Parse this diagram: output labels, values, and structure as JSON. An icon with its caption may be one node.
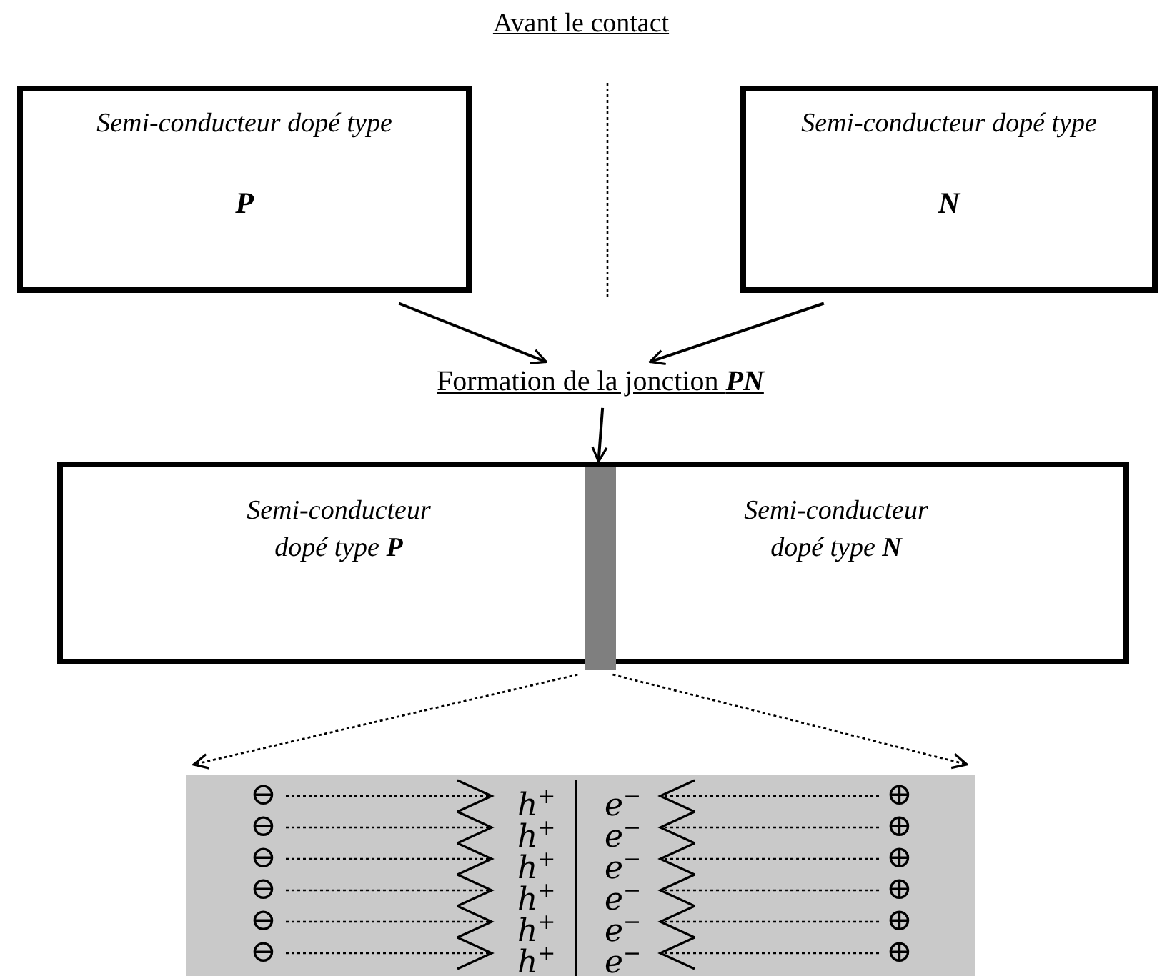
{
  "diagram": {
    "title": "Avant le contact",
    "nodes": [
      {
        "text": [
          "Semi-conducteur dopé type",
          "P"
        ]
      },
      {
        "text": [
          "Semi-conducteur dopé type",
          "N"
        ]
      },
      {
        "text": [
          "Formation de la jonction **PN**"
        ]
      },
      {
        "text": [
          "Semi-conducteur dopé type **P**",
          "Semi-conducteur dopé type **N**"
        ]
      },
      {
        "text": [],
        "shape": "bar",
        "in": 3
      },
      {
        "text": [],
        "shape": "box"
      }
    ],
    "edges": [
      {
        "from": 0,
        "to": 2,
        "arrow": "to"
      },
      {
        "from": 1,
        "to": 2,
        "arrow": "to"
      },
      {
        "from": 2,
        "to": 3,
        "arrow": "to"
      },
      {
        "from": 4,
        "to": 5,
        "arrow": "to",
        "style": "dashed"
      },
      {
        "from": 4,
        "to": 5,
        "arrow": "to",
        "style": "dashed"
      }
    ],
    "labels": [
      "⊖",
      "h$^{+}$",
      "e$^{−}$",
      "⊕",
      "⊖",
      "h$^{+}$",
      "e$^{−}$",
      "⊕",
      "⊖",
      "h$^{+}$",
      "e$^{−}$",
      "⊕",
      "⊖",
      "h$^{+}$",
      "e$^{−}$",
      "⊕",
      "⊖",
      "h$^{+}$",
      "e$^{−}$",
      "⊕",
      "⊖",
      "h$^{+}$",
      "e$^{−}$",
      "⊕"
    ]
  }
}
